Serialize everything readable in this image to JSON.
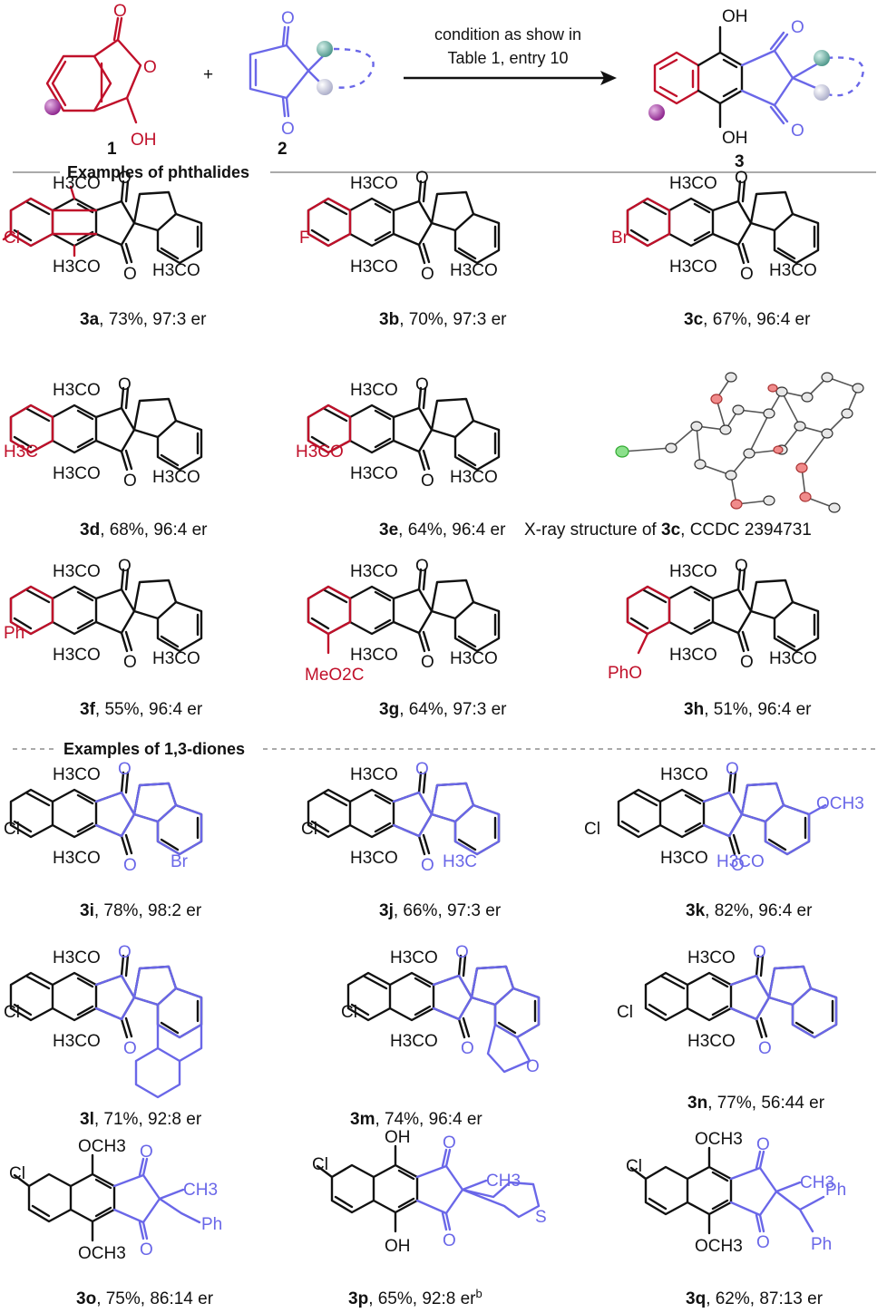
{
  "scheme": {
    "reagent_1": {
      "carbonyl": "O",
      "ring_o": "O",
      "hydroxyl": "OH",
      "number": "1"
    },
    "plus": "+",
    "reagent_2": {
      "carbonyl_top": "O",
      "carbonyl_bottom": "O",
      "number": "2"
    },
    "condition_line1": "condition as show in",
    "condition_line2": "Table 1, entry 10",
    "product_3": {
      "oh_top": "OH",
      "oh_bottom": "OH",
      "carbonyl_top": "O",
      "carbonyl_bottom": "O",
      "number": "3"
    }
  },
  "sections": {
    "phthalides": "Examples of phthalides",
    "diones": "Examples of 1,3-diones"
  },
  "labels": {
    "h3co": "H3CO",
    "och3": "OCH3",
    "o": "O",
    "oh": "OH",
    "cl": "Cl",
    "f": "F",
    "br": "Br",
    "ph": "Ph",
    "ch3": "CH3",
    "h3c": "H3C",
    "phO": "PhO",
    "meo2c": "MeO2C",
    "s": "S"
  },
  "compounds": [
    {
      "id": "3a",
      "caption": ", 73%, 97:3 er",
      "substituent": "Cl"
    },
    {
      "id": "3b",
      "caption": ", 70%, 97:3 er",
      "substituent": "F"
    },
    {
      "id": "3c",
      "caption": ", 67%, 96:4 er",
      "substituent": "Br"
    },
    {
      "id": "3d",
      "caption": ", 68%, 96:4 er",
      "substituent": "H3C"
    },
    {
      "id": "3e",
      "caption": ", 64%, 96:4 er",
      "substituent": "H3CO"
    },
    {
      "id": "3f",
      "caption": ", 55%, 96:4 er",
      "substituent": "Ph"
    },
    {
      "id": "3g",
      "caption": ", 64%, 97:3 er",
      "substituent": "MeO2C"
    },
    {
      "id": "3h",
      "caption": ", 51%, 96:4 er",
      "substituent": "PhO"
    },
    {
      "id": "3i",
      "caption": ", 78%, 98:2 er",
      "substituent": "Br"
    },
    {
      "id": "3j",
      "caption": ", 66%, 97:3 er",
      "substituent": "H3C"
    },
    {
      "id": "3k",
      "caption": ", 82%, 96:4 er",
      "substituent": "OCH3"
    },
    {
      "id": "3l",
      "caption": ", 71%, 92:8 er",
      "substituent": ""
    },
    {
      "id": "3m",
      "caption": ", 74%, 96:4 er",
      "substituent": "O"
    },
    {
      "id": "3n",
      "caption": ", 77%, 56:44 er",
      "substituent": ""
    },
    {
      "id": "3o",
      "caption": ", 75%, 86:14 er",
      "substituent": "Ph"
    },
    {
      "id": "3p",
      "caption": ", 65%, 92:8 er",
      "caption_sup": "b",
      "substituent": "S"
    },
    {
      "id": "3q",
      "caption": ", 62%, 87:13 er",
      "substituent": "Ph"
    }
  ],
  "xray": {
    "caption_pre": "X-ray structure of ",
    "caption_id": "3c",
    "caption_post": ", CCDC 2394731"
  },
  "colors": {
    "red": "#c0102a",
    "blue": "#6a67e8",
    "black": "#111111",
    "purple_ball": "#9b2f9a",
    "teal_ball": "#5aa69a",
    "grey_ball": "#c7c9e0"
  }
}
